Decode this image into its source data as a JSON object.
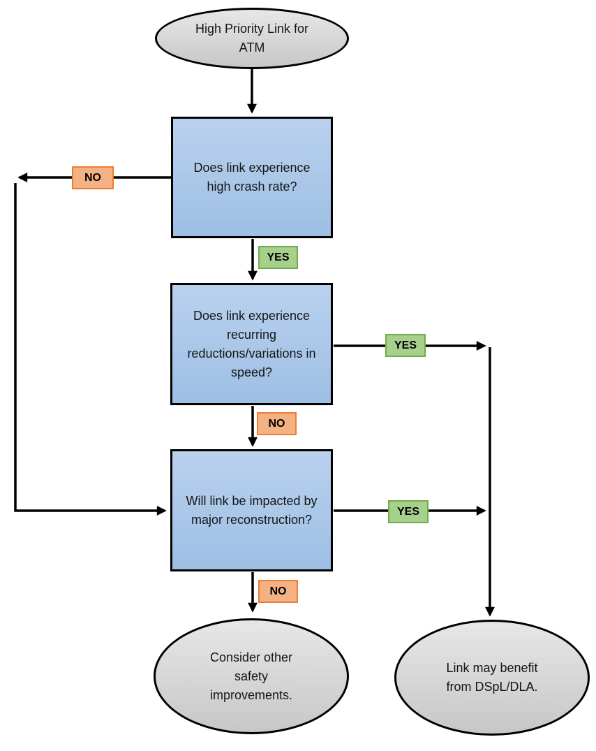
{
  "diagram": {
    "type": "flowchart",
    "start": {
      "label": "High Priority Link for ATM"
    },
    "decisions": [
      {
        "id": "crash-rate",
        "label": "Does link experience high crash rate?"
      },
      {
        "id": "speed-variation",
        "label": "Does link experience recurring reductions/variations in speed?"
      },
      {
        "id": "reconstruction",
        "label": "Will link be impacted by major reconstruction?"
      }
    ],
    "outcomes": [
      {
        "id": "other-safety",
        "label": "Consider other safety improvements."
      },
      {
        "id": "dspl-dla",
        "label": "Link may benefit from DSpL/DLA."
      }
    ],
    "labels": {
      "yes": "YES",
      "no": "NO"
    }
  },
  "colors": {
    "decision_fill_top": "#bad1ee",
    "decision_fill_bottom": "#9dbfe4",
    "terminal_fill_top": "#e7e7e7",
    "terminal_fill_bottom": "#c7c7c7",
    "yes_fill": "#a8d08d",
    "yes_border": "#70ad47",
    "no_fill": "#f4b183",
    "no_border": "#ed7d31",
    "line": "#000000"
  }
}
